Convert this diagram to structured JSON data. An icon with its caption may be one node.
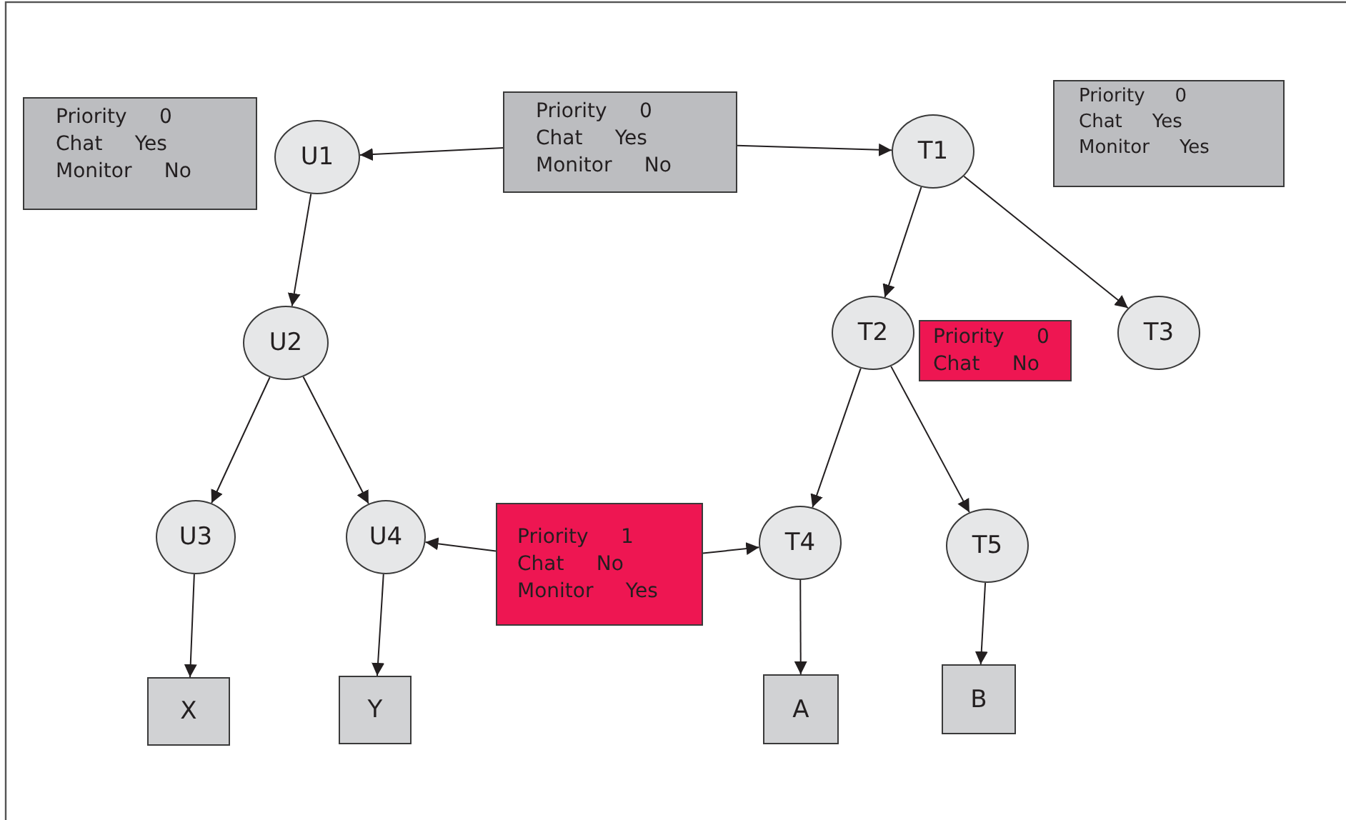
{
  "diagram": {
    "nodes": [
      {
        "text": [
          "Priority 0",
          "Chat Yes",
          "Monitor No"
        ]
      },
      {
        "text": [
          "U1"
        ]
      },
      {
        "text": [
          "Priority 0",
          "Chat Yes",
          "Monitor No"
        ]
      },
      {
        "text": [
          "T1"
        ]
      },
      {
        "text": [
          "Priority 0",
          "Chat Yes",
          "Monitor Yes"
        ]
      },
      {
        "text": [
          "U2"
        ]
      },
      {
        "text": [
          "T2"
        ]
      },
      {
        "text": [
          "Priority 0",
          "Chat No"
        ]
      },
      {
        "text": [
          "T3"
        ]
      },
      {
        "text": [
          "U3"
        ]
      },
      {
        "text": [
          "U4"
        ]
      },
      {
        "text": [
          "Priority 1",
          "Chat No",
          "Monitor Yes"
        ]
      },
      {
        "text": [
          "T4"
        ]
      },
      {
        "text": [
          "T5"
        ]
      },
      {
        "text": [
          "X"
        ]
      },
      {
        "text": [
          "Y"
        ]
      },
      {
        "text": [
          "A"
        ]
      },
      {
        "text": [
          "B"
        ]
      }
    ],
    "edges": [
      {
        "from": 2,
        "to": 1,
        "arrow": "to"
      },
      {
        "from": 2,
        "to": 3,
        "arrow": "to"
      },
      {
        "from": 1,
        "to": 5,
        "arrow": "to"
      },
      {
        "from": 5,
        "to": 9,
        "arrow": "to"
      },
      {
        "from": 5,
        "to": 10,
        "arrow": "to"
      },
      {
        "from": 3,
        "to": 6,
        "arrow": "to"
      },
      {
        "from": 3,
        "to": 8,
        "arrow": "to"
      },
      {
        "from": 6,
        "to": 12,
        "arrow": "to"
      },
      {
        "from": 6,
        "to": 13,
        "arrow": "to"
      },
      {
        "from": 11,
        "to": 10,
        "arrow": "to"
      },
      {
        "from": 11,
        "to": 12,
        "arrow": "to"
      },
      {
        "from": 9,
        "to": 14,
        "arrow": "to"
      },
      {
        "from": 10,
        "to": 15,
        "arrow": "to"
      },
      {
        "from": 12,
        "to": 16,
        "arrow": "to"
      },
      {
        "from": 13,
        "to": 17,
        "arrow": "to"
      }
    ]
  }
}
